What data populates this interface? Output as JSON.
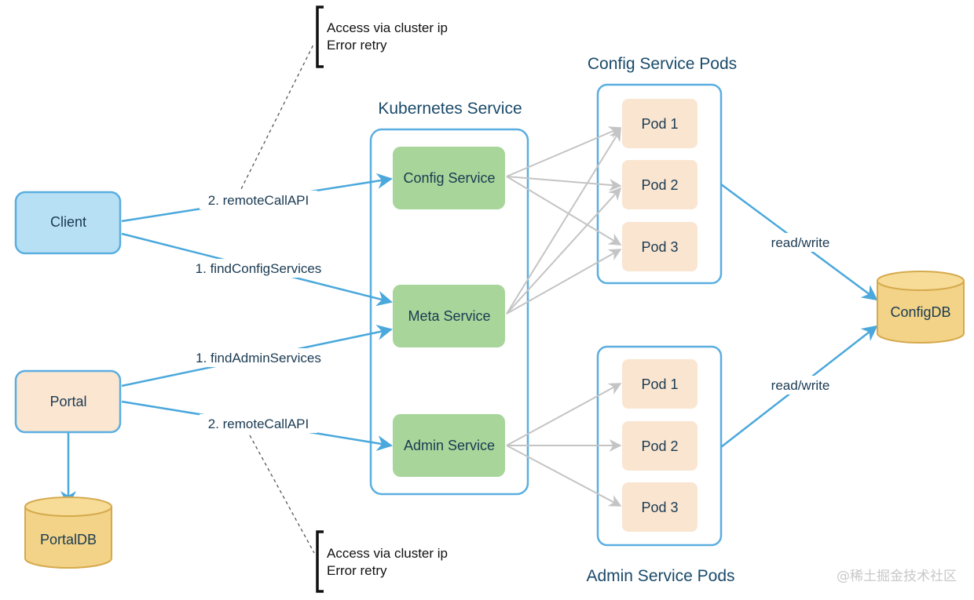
{
  "colors": {
    "blue_line": "#4aa8dc",
    "box_border": "#5aaee0",
    "gray_arrow": "#c4c4c4",
    "service_fill": "#a8d59a",
    "pod_fill": "#fae5d0",
    "client_fill": "#b8e0f4",
    "portal_fill": "#fbe6d2",
    "db_fill": "#f2d387",
    "db_stroke": "#d5a94d",
    "title_text": "#1a4a6a",
    "node_text": "#1a3a52",
    "watermark": "#c8c8c8"
  },
  "groups": {
    "kubernetes_title": "Kubernetes Service",
    "config_pods_title": "Config Service Pods",
    "admin_pods_title": "Admin Service Pods"
  },
  "nodes": {
    "client": "Client",
    "portal": "Portal",
    "portal_db": "PortalDB",
    "config_db": "ConfigDB",
    "config_service": "Config Service",
    "meta_service": "Meta Service",
    "admin_service": "Admin Service",
    "config_pods": [
      "Pod 1",
      "Pod 2",
      "Pod 3"
    ],
    "admin_pods": [
      "Pod 1",
      "Pod 2",
      "Pod 3"
    ]
  },
  "edges": {
    "client_remote": "2. remoteCallAPI",
    "client_find": "1. findConfigServices",
    "portal_find": "1. findAdminServices",
    "portal_remote": "2. remoteCallAPI",
    "config_rw": "read/write",
    "admin_rw": "read/write"
  },
  "notes": {
    "top": [
      "Access via cluster ip",
      "Error retry"
    ],
    "bottom": [
      "Access via cluster ip",
      "Error retry"
    ]
  },
  "watermark": "@稀土掘金技术社区"
}
